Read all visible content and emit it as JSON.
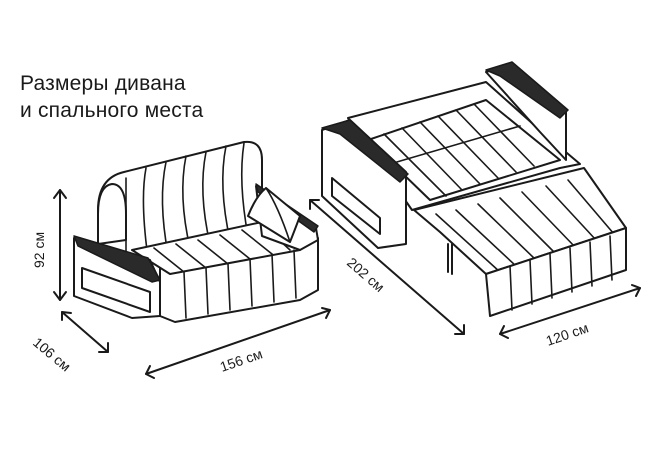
{
  "title": {
    "line1": "Размеры дивана",
    "line2": "и спального места"
  },
  "dimensions": {
    "height": "92 см",
    "depth": "106 см",
    "width": "156 см",
    "bed_length": "202 см",
    "bed_width": "120 см"
  },
  "colors": {
    "line": "#1a1a1a",
    "background": "#ffffff"
  }
}
